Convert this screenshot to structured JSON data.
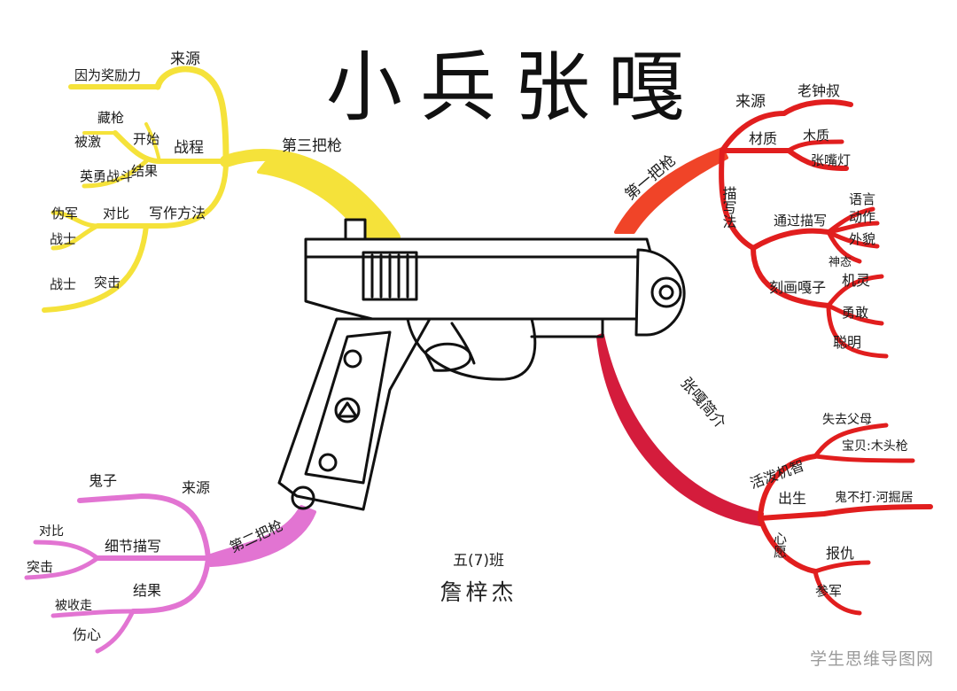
{
  "title": "小兵张嘎",
  "author": {
    "class": "五(7)班",
    "name": "詹梓杰"
  },
  "watermark": "学生思维导图网",
  "colors": {
    "yellow": "#f5e23a",
    "orange_red": "#f04428",
    "red": "#e11e1e",
    "crimson": "#d41c3c",
    "pink": "#e274d2",
    "outline": "#111111"
  },
  "branches": {
    "top_left": {
      "trunk": "第三把枪",
      "source": "来源",
      "source_detail": "因为奖励力",
      "battle": "战程",
      "battle_items": [
        "藏枪",
        "被激",
        "开始",
        "英勇战斗",
        "结果"
      ],
      "writing": "写作方法",
      "writing_items": [
        "伪军",
        "对比",
        "战士",
        "战士",
        "突击"
      ]
    },
    "top_right": {
      "trunk": "第一把枪",
      "source": "来源",
      "source_detail": "老钟叔",
      "material": "材质",
      "material_detail": "木质",
      "material_detail2": "张嘴灯",
      "describe": "描写法",
      "describe_a": "通过描写",
      "describe_a_items": [
        "语言",
        "动作",
        "外貌",
        "神态"
      ],
      "describe_b": "刻画嘎子",
      "describe_b_items": [
        "机灵",
        "勇敢",
        "聪明"
      ]
    },
    "bottom_right": {
      "trunk": "张嘎简介",
      "item1": "活泼机智",
      "item1_details": [
        "失去父母",
        "宝贝:木头枪"
      ],
      "item2": "出生",
      "item2_detail": "鬼不打·河掘居",
      "item3": "心愿",
      "item3_details": [
        "报仇",
        "参军"
      ]
    },
    "bottom_left": {
      "trunk": "第二把枪",
      "source": "来源",
      "source_detail": "鬼子",
      "detail": "细节描写",
      "detail_items": [
        "对比",
        "突击"
      ],
      "result": "结果",
      "result_items": [
        "被收走",
        "伤心"
      ]
    }
  }
}
